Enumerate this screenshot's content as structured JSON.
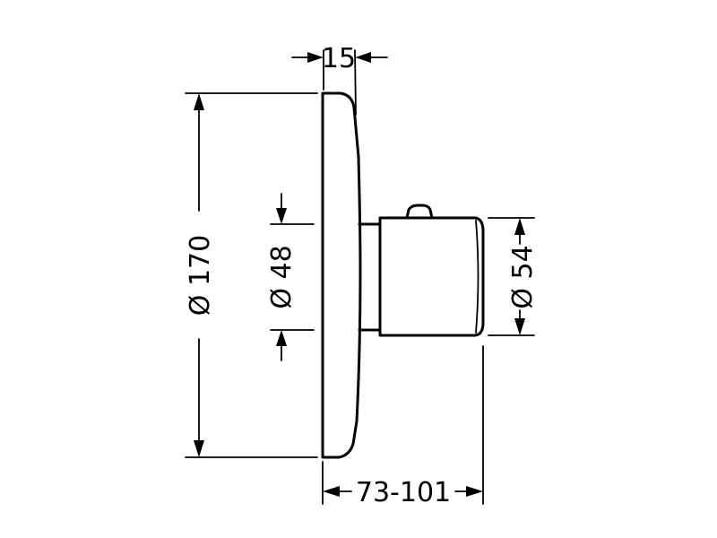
{
  "dimensions": {
    "collar_depth": "15",
    "plate_diameter": "Ø 170",
    "sleeve_diameter": "Ø 48",
    "handle_diameter": "Ø 54",
    "installation_depth": "73-101"
  },
  "colors": {
    "background": "#ffffff",
    "line": "#000000"
  }
}
